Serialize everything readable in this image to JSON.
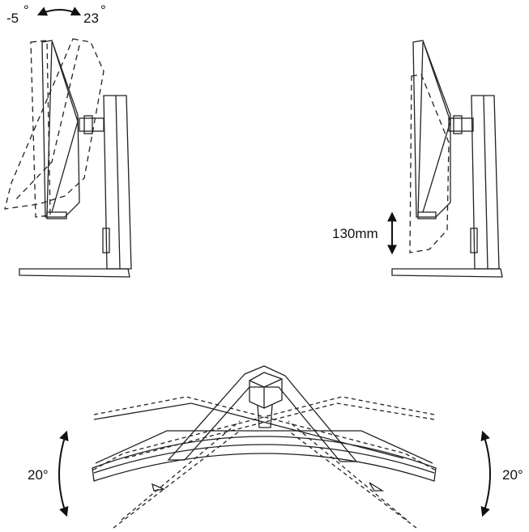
{
  "tilt": {
    "min_label": "-5",
    "max_label": "23",
    "deg": "°"
  },
  "height": {
    "label": "130mm"
  },
  "swivel": {
    "left_label": "20°",
    "right_label": "20°"
  }
}
